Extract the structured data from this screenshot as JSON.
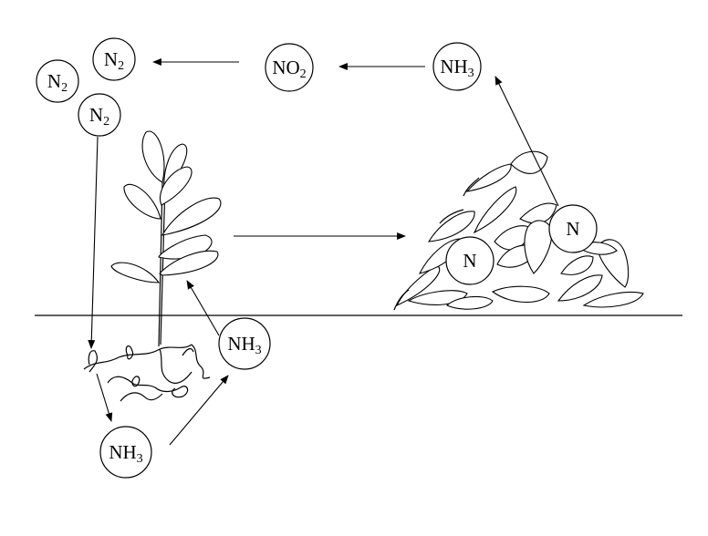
{
  "molecules": {
    "n2_a": {
      "base": "N",
      "sub": "2"
    },
    "n2_b": {
      "base": "N",
      "sub": "2"
    },
    "n2_c": {
      "base": "N",
      "sub": "2"
    },
    "no2": {
      "base": "NO",
      "sub": "2"
    },
    "nh3_top": {
      "base": "NH",
      "sub": "3"
    },
    "nh3_right": {
      "base": "NH",
      "sub": "3"
    },
    "nh3_bottom": {
      "base": "NH",
      "sub": "3"
    },
    "n_pile_a": {
      "base": "N",
      "sub": ""
    },
    "n_pile_b": {
      "base": "N",
      "sub": ""
    }
  },
  "colors": {
    "ink": "#000000",
    "background": "#ffffff"
  }
}
